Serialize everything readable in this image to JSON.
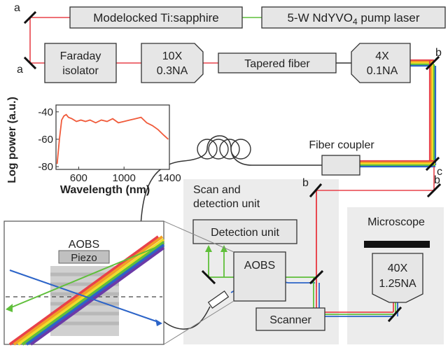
{
  "diagram": {
    "components": {
      "modelocked": "Modelocked Ti:sapphire",
      "pump_prefix": "5-W NdYVO",
      "pump_sub": "4",
      "pump_suffix": " pump laser",
      "faraday_line1": "Faraday",
      "faraday_line2": "isolator",
      "obj10x_line1": "10X",
      "obj10x_line2": "0.3NA",
      "tapered_fiber": "Tapered fiber",
      "obj4x_line1": "4X",
      "obj4x_line2": "0.1NA",
      "fiber_coupler": "Fiber coupler",
      "scan_unit_line1": "Scan and",
      "scan_unit_line2": "detection unit",
      "detection_unit": "Detection unit",
      "aobs": "AOBS",
      "scanner": "Scanner",
      "microscope": "Microscope",
      "obj40x_line1": "40X",
      "obj40x_line2": "1.25NA",
      "inset_aobs": "AOBS",
      "inset_piezo": "Piezo"
    },
    "mirror_labels": {
      "a_top": "a",
      "a_bottom": "a",
      "b_top": "b",
      "c": "c",
      "b_mid_left": "b",
      "b_mid_right": "b"
    },
    "colors": {
      "red_beam": "#e8424a",
      "green_beam": "#5fbf3a",
      "blue_beam": "#2c64c8",
      "box_fill": "#e6e6e6",
      "region_fill": "#ececec",
      "spectrum_line": "#f05a3a"
    }
  },
  "chart_data": {
    "type": "line",
    "title": "",
    "xlabel": "Wavelength (nm)",
    "ylabel": "Log power (a.u.)",
    "xlim": [
      400,
      1400
    ],
    "ylim": [
      -82,
      -35
    ],
    "xticks": [
      600,
      1000,
      1400
    ],
    "xtick_labels": [
      "600",
      "1000",
      "1400"
    ],
    "yticks": [
      -40,
      -60,
      -80
    ],
    "ytick_labels": [
      "-40",
      "-60",
      "-80"
    ],
    "grid": false,
    "series": [
      {
        "x": [
          410,
          430,
          450,
          470,
          490,
          510,
          540,
          580,
          620,
          660,
          700,
          750,
          800,
          850,
          900,
          950,
          1000,
          1050,
          1100,
          1150,
          1200,
          1250,
          1300,
          1350,
          1390
        ],
        "y": [
          -78,
          -60,
          -46,
          -43,
          -42,
          -44,
          -45,
          -47,
          -46,
          -47,
          -46,
          -48,
          -46,
          -47,
          -45,
          -48,
          -47,
          -46,
          -45,
          -44,
          -48,
          -50,
          -53,
          -57,
          -60
        ]
      }
    ]
  }
}
